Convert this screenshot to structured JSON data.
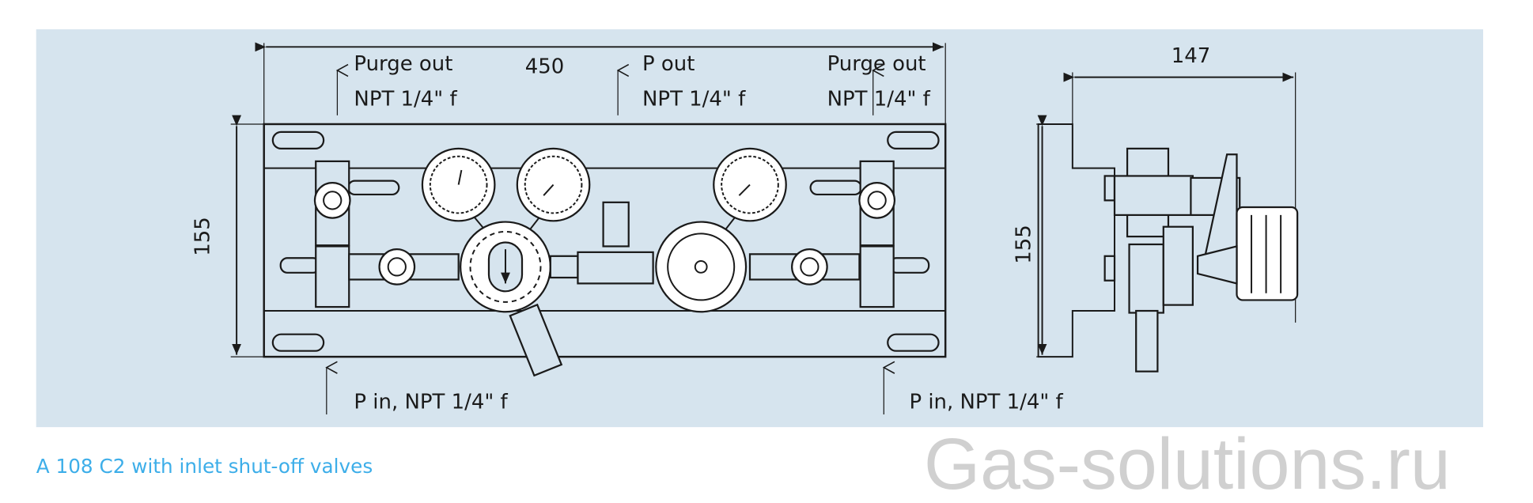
{
  "figure": {
    "background_color": "#d6e4ee",
    "caption": "A 108 C2 with inlet shut-off valves",
    "caption_color": "#3daee9",
    "watermark": "Gas-solutions.ru",
    "front_view": {
      "width_dim": "450",
      "height_dim": "155",
      "labels": {
        "purge_out_left_title": "Purge out",
        "purge_out_left_thread": "NPT 1/4\" f",
        "p_out_title": "P out",
        "p_out_thread": "NPT 1/4\" f",
        "purge_out_right_title": "Purge out",
        "purge_out_right_thread": "NPT 1/4\" f",
        "p_in_left": "P in, NPT 1/4\" f",
        "p_in_right": "P in, NPT 1/4\" f"
      }
    },
    "side_view": {
      "depth_dim": "147",
      "height_dim": "155"
    }
  }
}
